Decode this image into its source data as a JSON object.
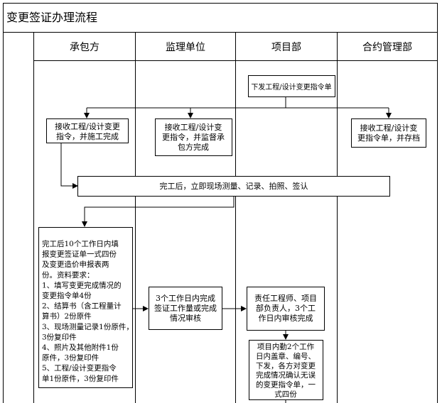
{
  "title": "变更签证办理流程",
  "lanes": [
    "承包方",
    "监理单位",
    "项目部",
    "合约管理部"
  ],
  "steps": {
    "issue_order": [
      "下发工程/设计变更指令单"
    ],
    "contractor_receive": [
      "接收工程/设计变更",
      "指令，并施工完成"
    ],
    "supervisor_receive": [
      "接收工程/设计变",
      "更指令，并监督承",
      "包方完成"
    ],
    "contract_receive": [
      "接收工程/设计变",
      "更指令单，并存档"
    ],
    "on_site_measure": [
      "完工后，立即现场测量、记录、拍照、签认"
    ],
    "contractor_submit": [
      "完工后10个工作日内填",
      "报变更签证单一式四份",
      "及变更造价申报表两",
      "份。资料要求：",
      "1、填写变更完成情况的",
      "变更指令单4份",
      "2、结算书（含工程量计",
      "算书）2份原件",
      "3、现场测量记录1份原件，",
      "3份复印件",
      "4、照片及其他附件1份",
      "原件，3份复印件",
      "5、工程/设计变更指令",
      "单1份原件，3份复印件"
    ],
    "supervisor_review": [
      "3个工作日内完成",
      "签证工作量或完成",
      "情况审核"
    ],
    "engineer_review": [
      "责任工程师、项目",
      "部负责人，3个工",
      "作日内审核完成"
    ],
    "dept_stamp": [
      "项目内勤2个工作",
      "日内盖章、编号、",
      "下发，各方对变更",
      "完成情况确认无误",
      "的变更指令单，一",
      "式四份"
    ]
  }
}
